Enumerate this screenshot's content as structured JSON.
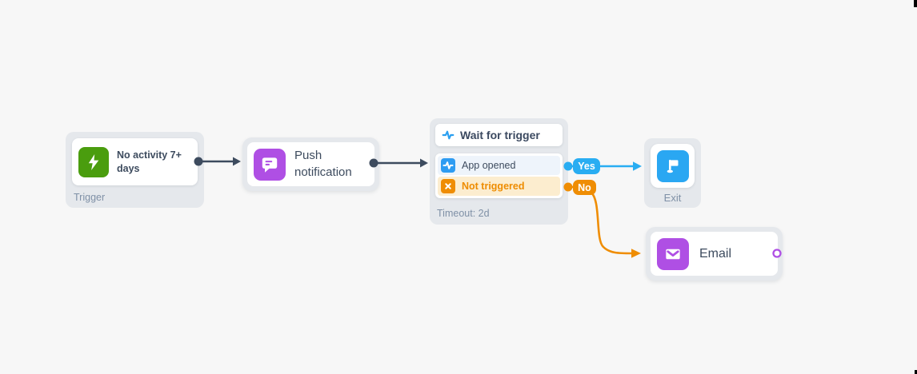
{
  "flow": {
    "trigger": {
      "title": "No activity 7+ days",
      "badge": "Trigger",
      "icon": "lightning-icon"
    },
    "push": {
      "title": "Push notification",
      "icon": "chat-bubble-icon"
    },
    "wait": {
      "title": "Wait for trigger",
      "icon": "pulse-icon",
      "branches": [
        {
          "label": "App opened",
          "icon": "pulse-icon",
          "color": "#2e9cf2"
        },
        {
          "label": "Not triggered",
          "icon": "x-icon",
          "color": "#ef8d04"
        }
      ],
      "timeout": "Timeout: 2d"
    },
    "connectors": {
      "yes": "Yes",
      "no": "No"
    },
    "exit": {
      "label": "Exit",
      "icon": "flag-icon"
    },
    "email": {
      "title": "Email",
      "icon": "envelope-icon"
    }
  },
  "colors": {
    "background": "#f7f7f7",
    "node_frame": "#e5e8ec",
    "green": "#4a9d0e",
    "purple": "#af4fe4",
    "blue": "#29adf2",
    "orange": "#ef8d04",
    "dark_line": "#3d4b5e",
    "text_dark": "#3d4b5e",
    "text_muted": "#7f90a6",
    "branch_yes_bg": "#eef4fb",
    "branch_no_bg": "#fcedcf"
  }
}
